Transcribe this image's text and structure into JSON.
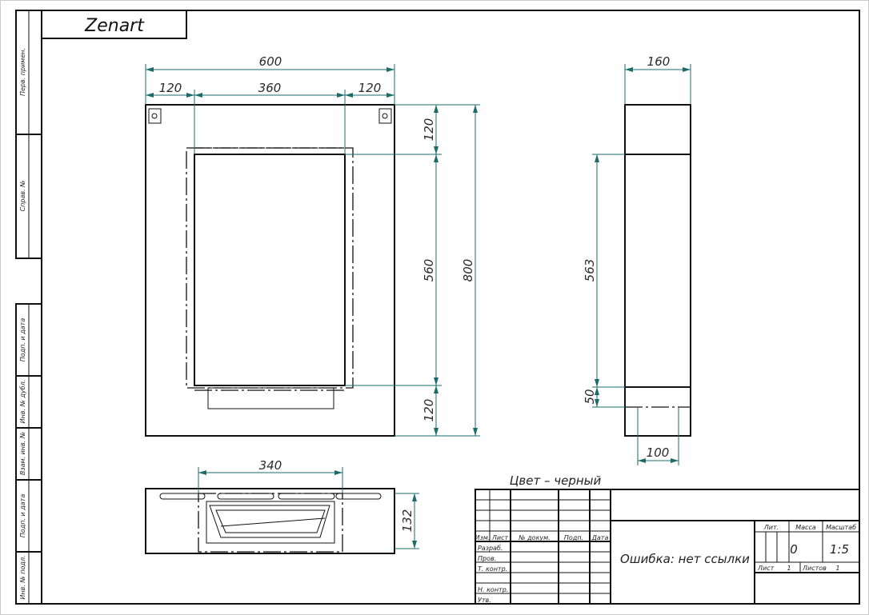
{
  "brand": "Zenart",
  "color_note": "Цвет – черный",
  "side_labels": [
    "Перв. примен.",
    "Справ. №",
    "Подп. и дата",
    "Инв. № дубл.",
    "Взам. инв. №",
    "Подп. и дата",
    "Инв. № подл."
  ],
  "dimensions": {
    "front_width": "600",
    "front_left": "120",
    "front_center": "360",
    "front_right": "120",
    "front_top": "120",
    "front_middle": "560",
    "front_bottom": "120",
    "front_height": "800",
    "side_width": "160",
    "side_middle": "563",
    "side_bottom": "50",
    "side_base": "100",
    "top_width": "340",
    "top_depth": "132"
  },
  "title_block": {
    "headers": [
      "Изм.",
      "Лист",
      "№ докум.",
      "Подп.",
      "Дата"
    ],
    "roles": [
      "Разраб.",
      "Пров.",
      "Т. контр.",
      "Н. контр.",
      "Утв."
    ],
    "designation": "Ошибка: нет ссылки",
    "lit_label": "Лит.",
    "mass_label": "Масса",
    "scale_label": "Масштаб",
    "mass_value": "0",
    "scale_value": "1:5",
    "sheet_label": "Лист",
    "sheet_value": "1",
    "sheets_label": "Листов",
    "sheets_value": "1"
  }
}
